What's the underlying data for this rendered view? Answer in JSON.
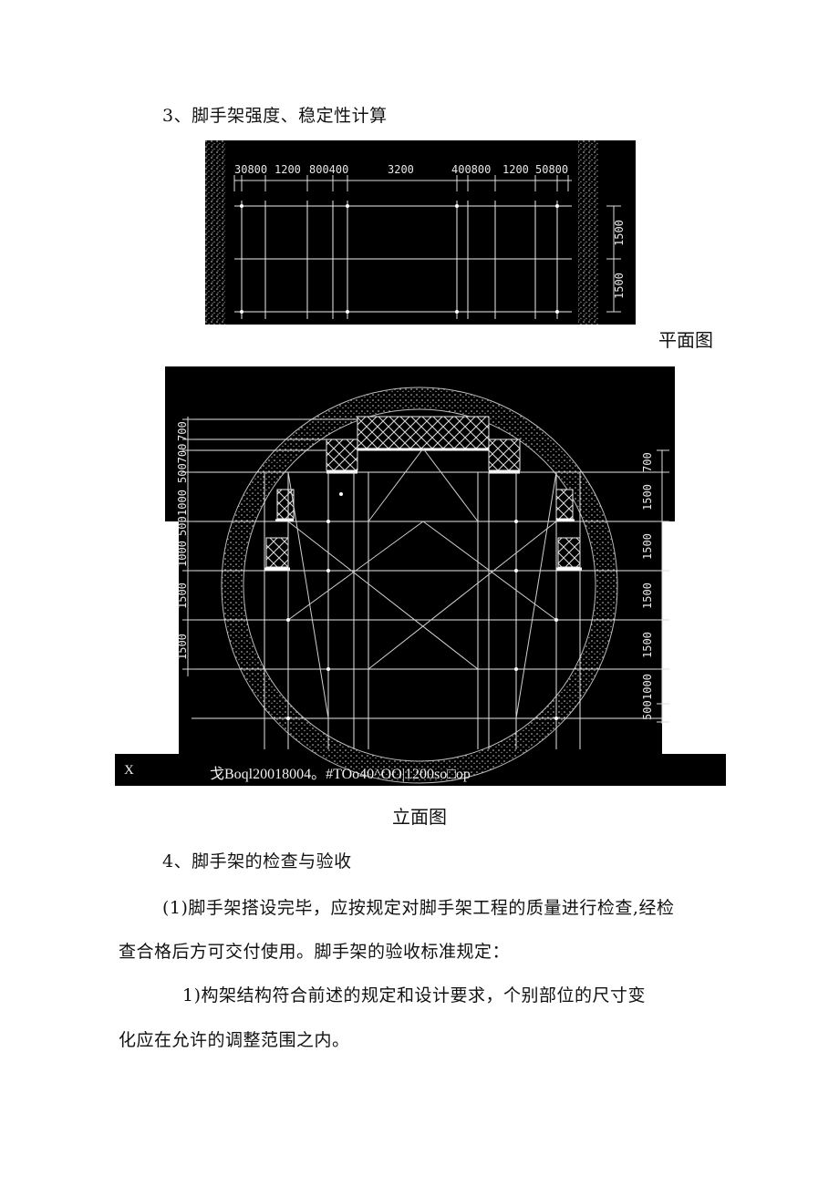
{
  "heading": "3、脚手架强度、稳定性计算",
  "plan": {
    "caption": "平面图",
    "top_dims": [
      "30800",
      "1200",
      "800400",
      "3200",
      "400800",
      "1200",
      "50800"
    ],
    "side_dims": [
      "1500",
      "1500"
    ]
  },
  "elevation": {
    "caption": "立面图",
    "left_dims": [
      "700",
      "500700",
      "1000",
      "500",
      "1000",
      "1500",
      "1500"
    ],
    "right_dims": [
      "700",
      "1500",
      "1500",
      "1500",
      "1500",
      "1000",
      "500"
    ],
    "bottom_bar_left": "X",
    "bottom_bar_text": "戈Boql20018004。#TOo40^OO|1200so□op"
  },
  "section4": {
    "title": "4、脚手架的检查与验收",
    "para1_line1": "(1)脚手架搭设完毕，应按规定对脚手架工程的质量进行检查,经检",
    "para1_line2": "查合格后方可交付使用。脚手架的验收标准规定：",
    "item1_line1": "1)构架结构符合前述的规定和设计要求，个别部位的尺寸变",
    "item1_line2": "化应在允许的调整范围之内。"
  }
}
